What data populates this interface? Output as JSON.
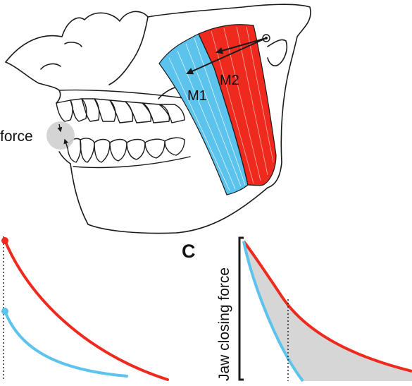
{
  "labels": {
    "force": "force",
    "muscle1": "M1",
    "muscle2": "M2",
    "panel_c": "C",
    "y_axis": "Jaw closing force"
  },
  "colors": {
    "muscle1": "#5bc3ec",
    "muscle2": "#ee2a1e",
    "shaded_region": "#d6d6d6",
    "contact_marker": "#cfcfcf",
    "outline": "#1a1a1a"
  }
}
